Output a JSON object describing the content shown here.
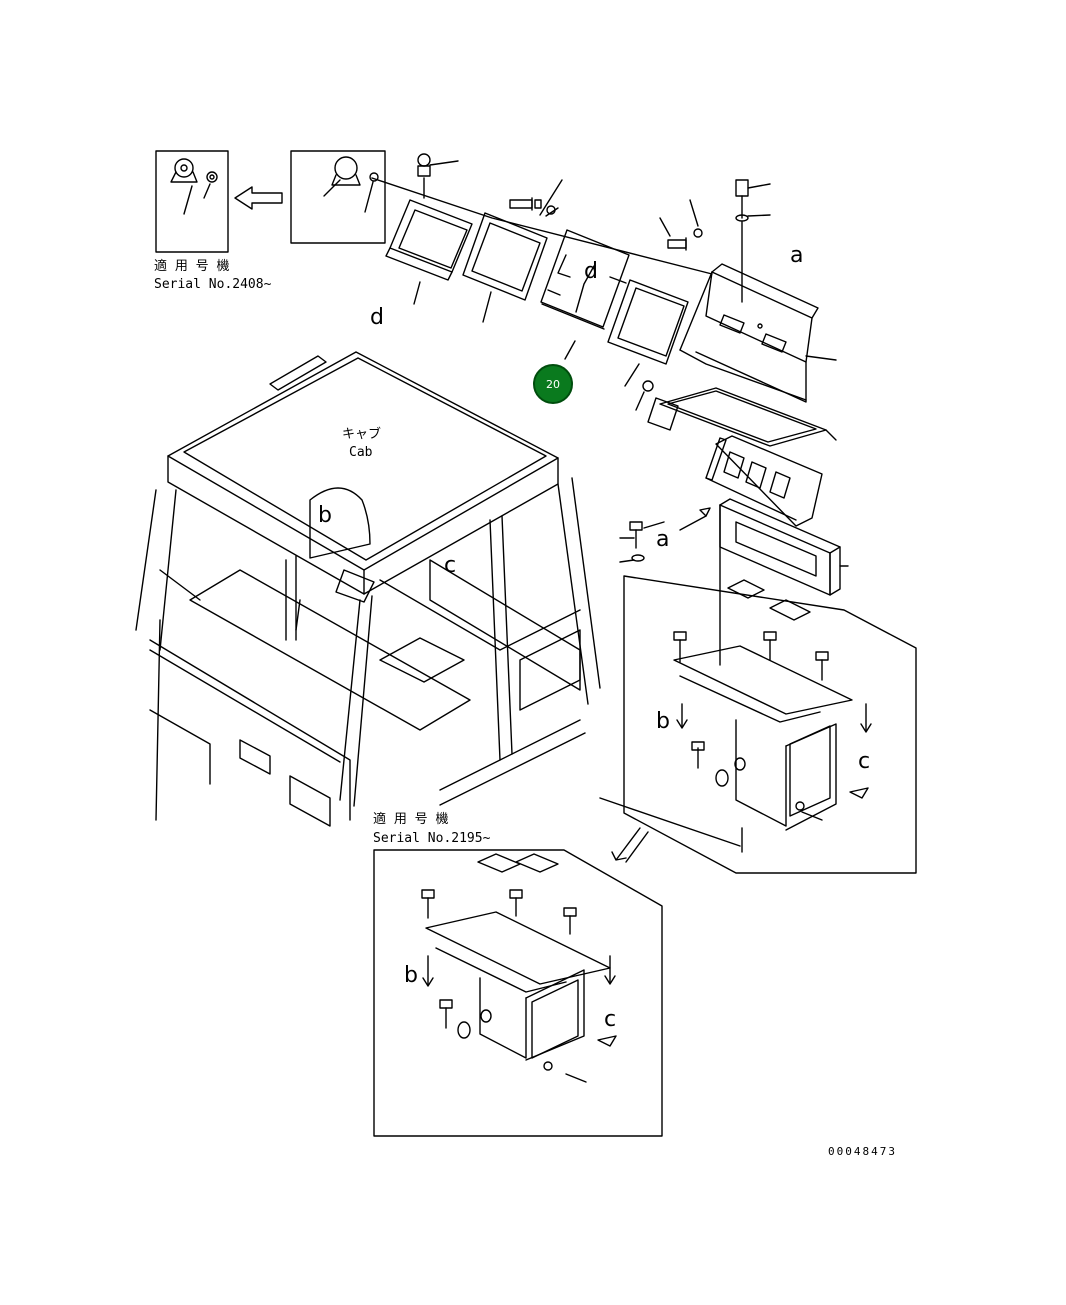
{
  "serial_top": {
    "jp": "適 用 号 機",
    "en": "Serial No.2408~"
  },
  "serial_bottom": {
    "jp": "適 用 号 機",
    "en": "Serial No.2195~"
  },
  "cab": {
    "jp": "キャブ",
    "en": "Cab"
  },
  "callouts": {
    "a": "a",
    "b": "b",
    "c": "c",
    "d": "d"
  },
  "hotspot": {
    "number": "20",
    "color": "#0a7a1e"
  },
  "drawing_number": "00048473"
}
